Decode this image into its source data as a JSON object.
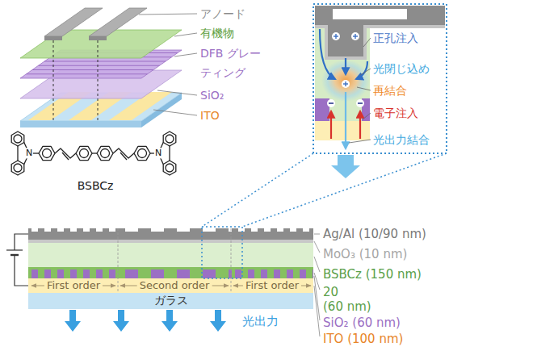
{
  "diagram": {
    "nodes": [
      {
        "text": [
          "ガラス"
        ]
      }
    ],
    "labels": [
      "アノード",
      "有機物",
      "DFB グレーティング",
      "SiO₂",
      "ITO",
      "N",
      "N",
      "BSBCz",
      "正孔注入",
      "光閉じ込め",
      "再結合",
      "電子注入",
      "光出力結合",
      "Ag/Al (10/90 nm)",
      "MoO₃ (10 nm)",
      "BSBCz (150 nm)",
      "20",
      "(60 nm)",
      "SiO₂ (60 nm)",
      "ITO (100 nm)",
      "First order",
      "Second order",
      "First order",
      "光出力"
    ]
  }
}
